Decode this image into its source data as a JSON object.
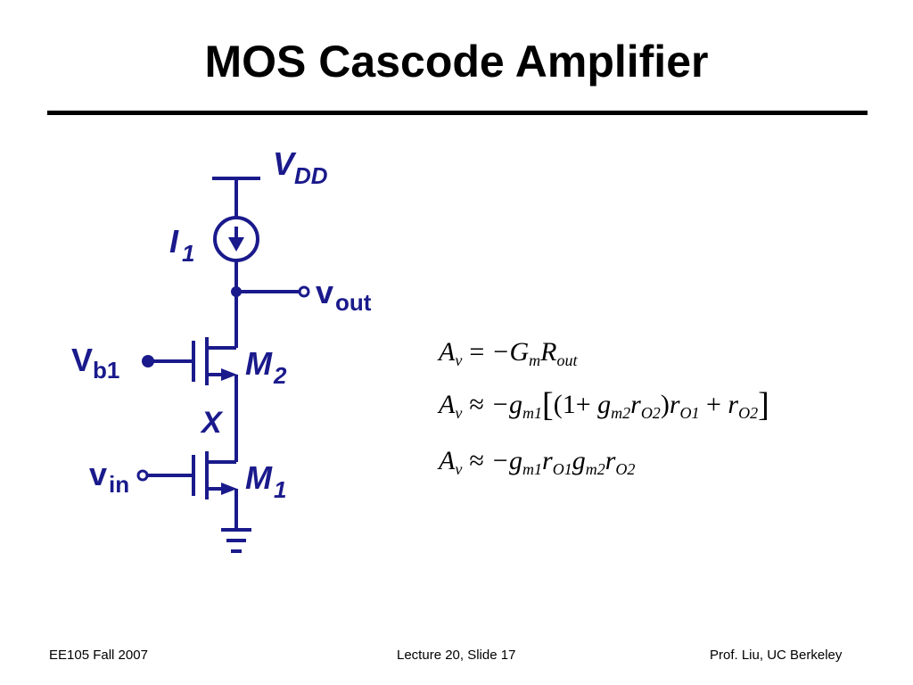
{
  "slide": {
    "title": "MOS Cascode Amplifier"
  },
  "circuit": {
    "vdd": {
      "main": "V",
      "sub": "DD"
    },
    "i1": {
      "main": "I",
      "sub": "1"
    },
    "vout": {
      "main": "v",
      "sub": "out"
    },
    "vb1": {
      "main": "V",
      "sub": "b1"
    },
    "m2": {
      "main": "M",
      "sub": "2"
    },
    "x": "X",
    "vin": {
      "main": "v",
      "sub": "in"
    },
    "m1": {
      "main": "M",
      "sub": "1"
    },
    "wire_color": "#1a1a8c"
  },
  "equations": {
    "eq1": {
      "lhs": "A",
      "lhs_sub": "v",
      "op": "=",
      "rhs": [
        {
          "t": "−G",
          "sub": "m"
        },
        {
          "t": "R",
          "sub": "out"
        }
      ]
    },
    "eq2": {
      "lhs": "A",
      "lhs_sub": "v",
      "op": "≈",
      "parts": {
        "gm1": "−g",
        "gm1_sub": "m1",
        "open_bracket": "[",
        "open_paren": "(1+",
        "gm2": "g",
        "gm2_sub": "m2",
        "ro2": "r",
        "ro2_sub": "O2",
        "close_paren": ")",
        "ro1": "r",
        "ro1_sub": "O1",
        "plus": "+",
        "ro2b": "r",
        "ro2b_sub": "O2",
        "close_bracket": "]"
      }
    },
    "eq3": {
      "lhs": "A",
      "lhs_sub": "v",
      "op": "≈",
      "parts": {
        "gm1": "−g",
        "gm1_sub": "m1",
        "ro1": "r",
        "ro1_sub": "O1",
        "gm2": "g",
        "gm2_sub": "m2",
        "ro2": "r",
        "ro2_sub": "O2"
      }
    }
  },
  "footer": {
    "left": "EE105 Fall 2007",
    "center": "Lecture 20, Slide 17",
    "right": "Prof. Liu, UC Berkeley"
  }
}
